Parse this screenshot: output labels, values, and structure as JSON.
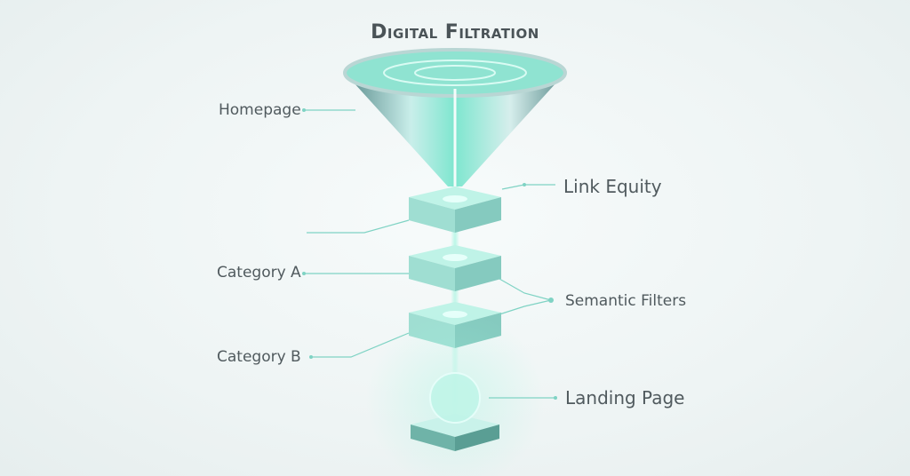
{
  "title": "Digital Filtration",
  "labels": {
    "homepage": "Homepage",
    "link_equity": "Link Equity",
    "category_a": "Category A",
    "semantic_filters": "Semantic Filters",
    "category_b": "Category B",
    "landing_page": "Landing Page"
  },
  "colors": {
    "accent": "#4fd1b5",
    "line": "#7fd3c4",
    "text": "#505a5e"
  }
}
